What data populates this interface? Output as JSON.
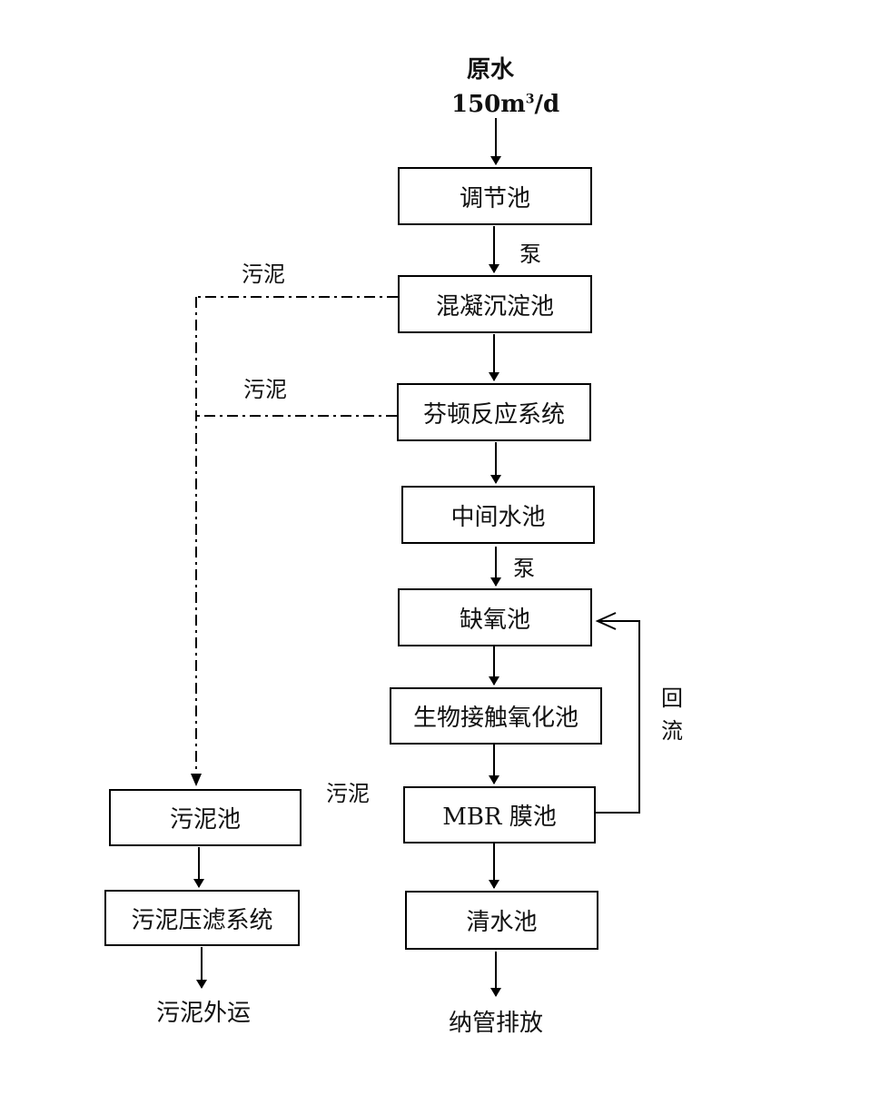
{
  "source": {
    "title": "原水",
    "flow": "150m",
    "flow_sup": "3",
    "flow_unit": "/d"
  },
  "boxes": {
    "equalization": "调节池",
    "coag": "混凝沉淀池",
    "fenton": "芬顿反应系统",
    "intermediate": "中间水池",
    "anoxic": "缺氧池",
    "contact": "生物接触氧化池",
    "mbr": "MBR 膜池",
    "clear": "清水池",
    "sludge_tank": "污泥池",
    "filter_press": "污泥压滤系统"
  },
  "labels": {
    "pump1": "泵",
    "pump2": "泵",
    "sludge1": "污泥",
    "sludge2": "污泥",
    "sludge3": "污泥",
    "reflux_1": "回",
    "reflux_2": "流",
    "discharge": "纳管排放",
    "sludge_out": "污泥外运"
  }
}
